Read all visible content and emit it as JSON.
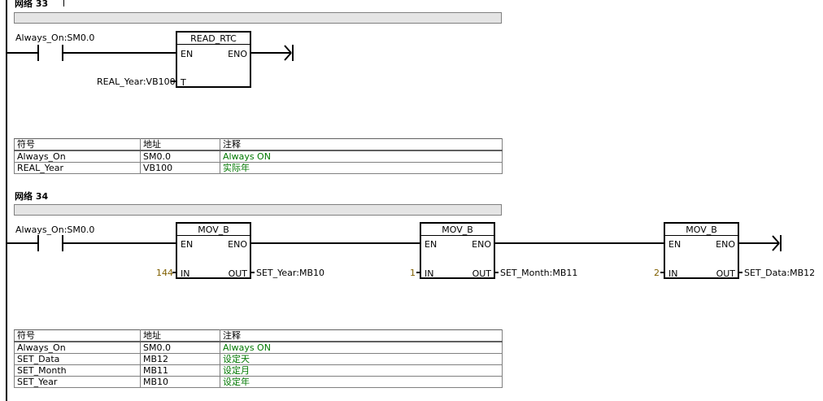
{
  "network33": {
    "title": "网络 33",
    "contact_label": "Always_On:SM0.0",
    "block": {
      "name": "READ_RTC",
      "en": "EN",
      "eno": "ENO",
      "t_pin": "T"
    },
    "t_operand": "REAL_Year:VB100",
    "table": {
      "headers": [
        "符号",
        "地址",
        "注释"
      ],
      "rows": [
        [
          "Always_On",
          "SM0.0",
          "Always ON"
        ],
        [
          "REAL_Year",
          "VB100",
          "实际年"
        ]
      ]
    }
  },
  "network34": {
    "title": "网络 34",
    "contact_label": "Always_On:SM0.0",
    "blocks": [
      {
        "name": "MOV_B",
        "en": "EN",
        "eno": "ENO",
        "in": "IN",
        "out": "OUT",
        "in_value": "144",
        "out_operand": "SET_Year:MB10"
      },
      {
        "name": "MOV_B",
        "en": "EN",
        "eno": "ENO",
        "in": "IN",
        "out": "OUT",
        "in_value": "1",
        "out_operand": "SET_Month:MB11"
      },
      {
        "name": "MOV_B",
        "en": "EN",
        "eno": "ENO",
        "in": "IN",
        "out": "OUT",
        "in_value": "2",
        "out_operand": "SET_Data:MB12"
      }
    ],
    "table": {
      "headers": [
        "符号",
        "地址",
        "注释"
      ],
      "rows": [
        [
          "Always_On",
          "SM0.0",
          "Always ON"
        ],
        [
          "SET_Data",
          "MB12",
          "设定天"
        ],
        [
          "SET_Month",
          "MB11",
          "设定月"
        ],
        [
          "SET_Year",
          "MB10",
          "设定年"
        ]
      ]
    }
  }
}
